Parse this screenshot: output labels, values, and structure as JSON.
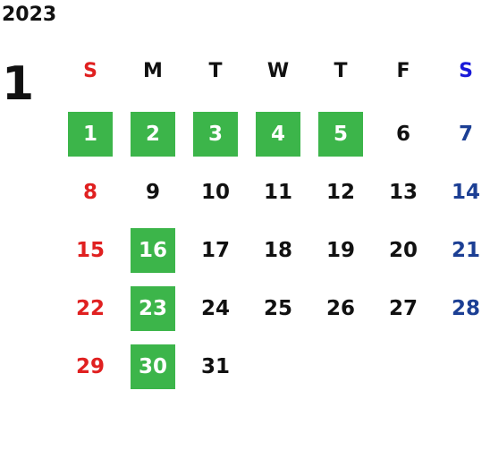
{
  "calendar": {
    "year": "2023",
    "month": "1",
    "weekdays": [
      "S",
      "M",
      "T",
      "W",
      "T",
      "F",
      "S"
    ],
    "weekday_colors": [
      "#e02020",
      "#111111",
      "#111111",
      "#111111",
      "#111111",
      "#111111",
      "#1a1ad8"
    ],
    "first_weekday_index": 0,
    "days_in_month": 31,
    "highlighted_days": [
      1,
      2,
      3,
      4,
      5,
      16,
      23,
      30
    ],
    "colors": {
      "highlight_bg": "#3cb54a",
      "highlight_text": "#ffffff",
      "sunday": "#e02020",
      "saturday": "#1c3f94",
      "weekday": "#111111"
    }
  }
}
